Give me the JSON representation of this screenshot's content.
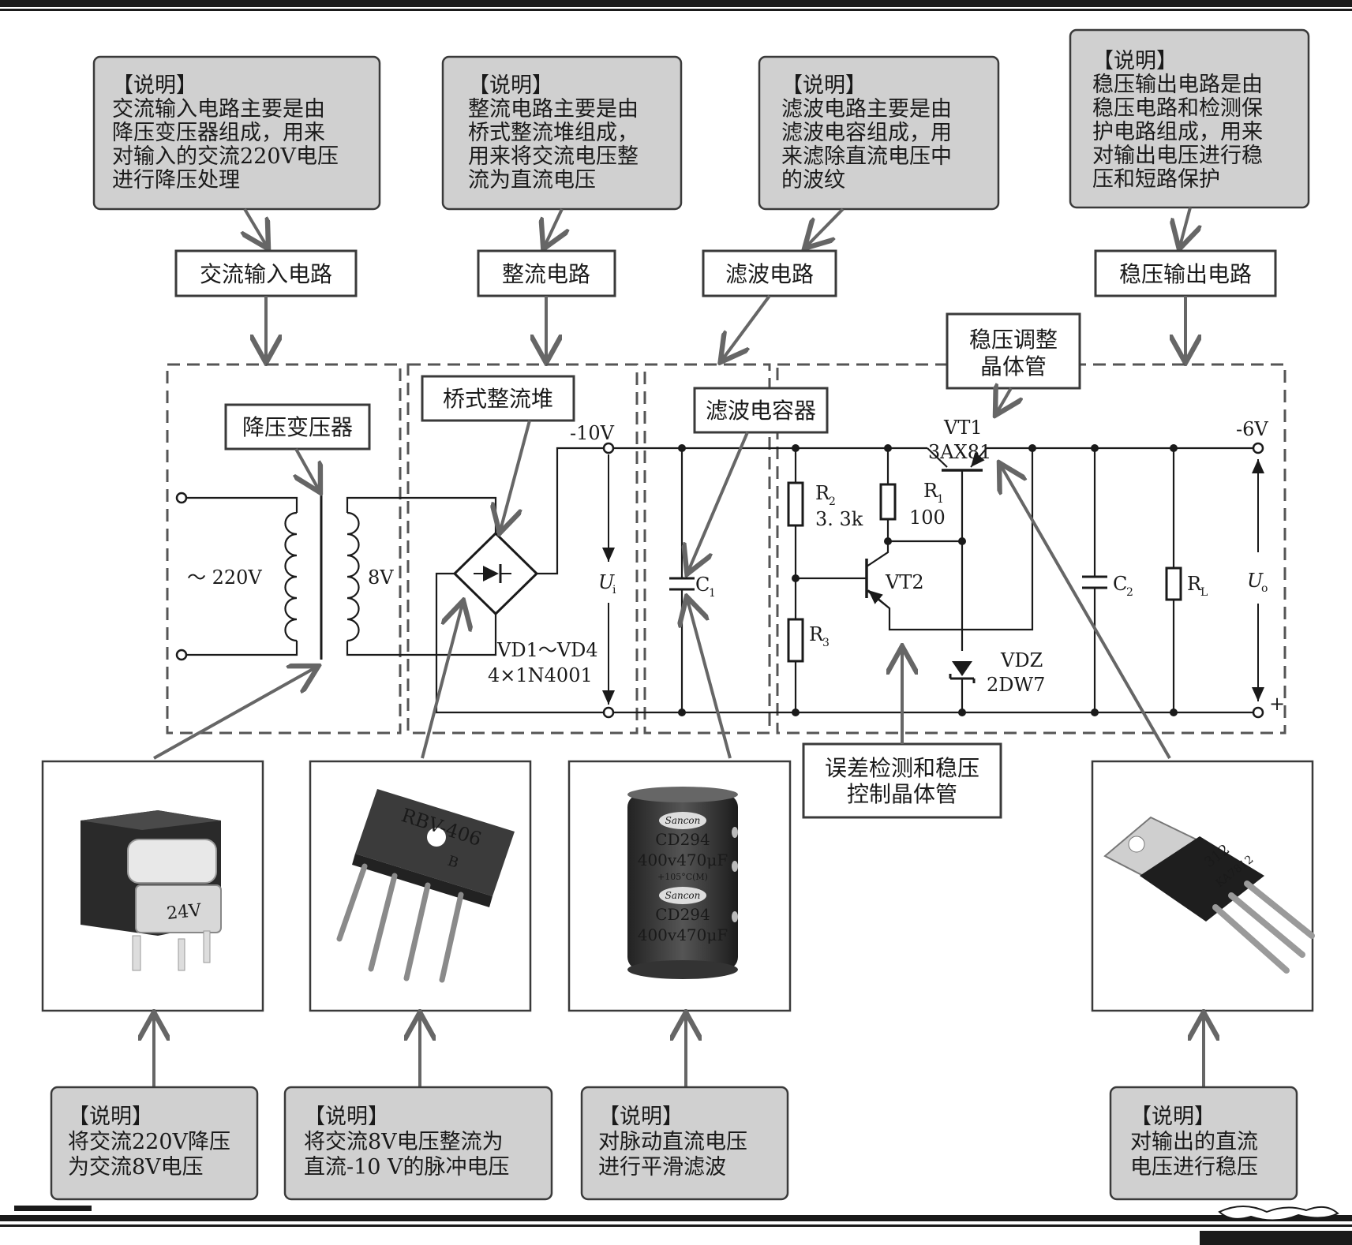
{
  "notes_top": [
    {
      "heading": "【说明】",
      "lines": [
        "交流输入电路主要是由",
        "降压变压器组成，用来",
        "对输入的交流220V电压",
        "进行降压处理"
      ]
    },
    {
      "heading": "【说明】",
      "lines": [
        "整流电路主要是由",
        "桥式整流堆组成，",
        "用来将交流电压整",
        "流为直流电压"
      ]
    },
    {
      "heading": "【说明】",
      "lines": [
        "滤波电路主要是由",
        "滤波电容组成，用",
        "来滤除直流电压中",
        "的波纹"
      ]
    },
    {
      "heading": "【说明】",
      "lines": [
        "稳压输出电路是由",
        "稳压电路和检测保",
        "护电路组成，用来",
        "对输出电压进行稳",
        "压和短路保护"
      ]
    }
  ],
  "section_labels": [
    "交流输入电路",
    "整流电路",
    "滤波电路",
    "稳压输出电路"
  ],
  "component_callouts": {
    "transformer": "降压变压器",
    "bridge": "桥式整流堆",
    "filter_cap": "滤波电容器",
    "regulator_line1": "稳压调整",
    "regulator_line2": "晶体管",
    "error_line1": "误差检测和稳压",
    "error_line2": "控制晶体管"
  },
  "circuit_labels": {
    "ac_input": "～ 220V",
    "secondary": "8V",
    "minus10v": "-10V",
    "vd_line1": "VD1～VD4",
    "vd_line2": "4×1N4001",
    "ui": "U",
    "ui_sub": "i",
    "c1": "C",
    "c1_sub": "1",
    "r2": "R",
    "r2_sub": "2",
    "r2_val": "3. 3k",
    "r1": "R",
    "r1_sub": "1",
    "r1_val": "100",
    "r3": "R",
    "r3_sub": "3",
    "vt1": "VT1",
    "vt1_model": "3AX81",
    "vt2": "VT2",
    "vdz": "VDZ",
    "vdz_model": "2DW7",
    "c2": "C",
    "c2_sub": "2",
    "rl": "R",
    "rl_sub": "L",
    "minus6v": "-6V",
    "uo": "U",
    "uo_sub": "o",
    "plus": "+"
  },
  "photo_texts": {
    "transformer_marking": "24V",
    "bridge_marking_1": "RBV-406",
    "bridge_marking_2": "B",
    "cap_brand": "Sancon",
    "cap_model": "CD294",
    "cap_rating": "400v470μF",
    "cap_temp": "+105°C(M)",
    "reg_marking_1": "312",
    "reg_marking_2": "KA7812"
  },
  "notes_bottom": [
    {
      "heading": "【说明】",
      "lines": [
        "将交流220V降压",
        "为交流8V电压"
      ]
    },
    {
      "heading": "【说明】",
      "lines": [
        "将交流8V电压整流为",
        "直流-10 V的脉冲电压"
      ]
    },
    {
      "heading": "【说明】",
      "lines": [
        "对脉动直流电压",
        "进行平滑滤波"
      ]
    },
    {
      "heading": "【说明】",
      "lines": [
        "对输出的直流",
        "电压进行稳压"
      ]
    }
  ]
}
